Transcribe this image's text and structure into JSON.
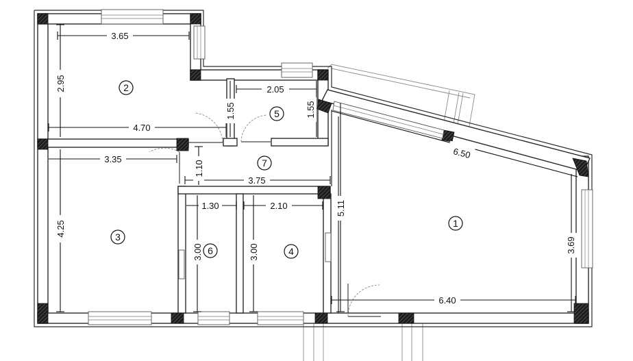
{
  "rooms": [
    {
      "id": "room-1",
      "label": "1"
    },
    {
      "id": "room-2",
      "label": "2"
    },
    {
      "id": "room-3",
      "label": "3"
    },
    {
      "id": "room-4",
      "label": "4"
    },
    {
      "id": "room-5",
      "label": "5"
    },
    {
      "id": "room-6",
      "label": "6"
    },
    {
      "id": "room-7",
      "label": "7"
    }
  ],
  "dimensions": {
    "room2_width": "3.65",
    "room2_height": "2.95",
    "room5_width": "2.05",
    "room5_height_left": "1.55",
    "room5_height_right": "1.55",
    "upper_span": "4.70",
    "room3_width": "3.35",
    "room3_height": "4.25",
    "hall_height": "1.10",
    "hall_width": "3.75",
    "room6_width": "1.30",
    "room6_height": "3.00",
    "room4_width": "2.10",
    "room4_height": "3.00",
    "room1_height_left": "5.11",
    "room1_diagonal": "6.50",
    "room1_height_right": "3.69",
    "room1_width_bottom": "6.40"
  }
}
